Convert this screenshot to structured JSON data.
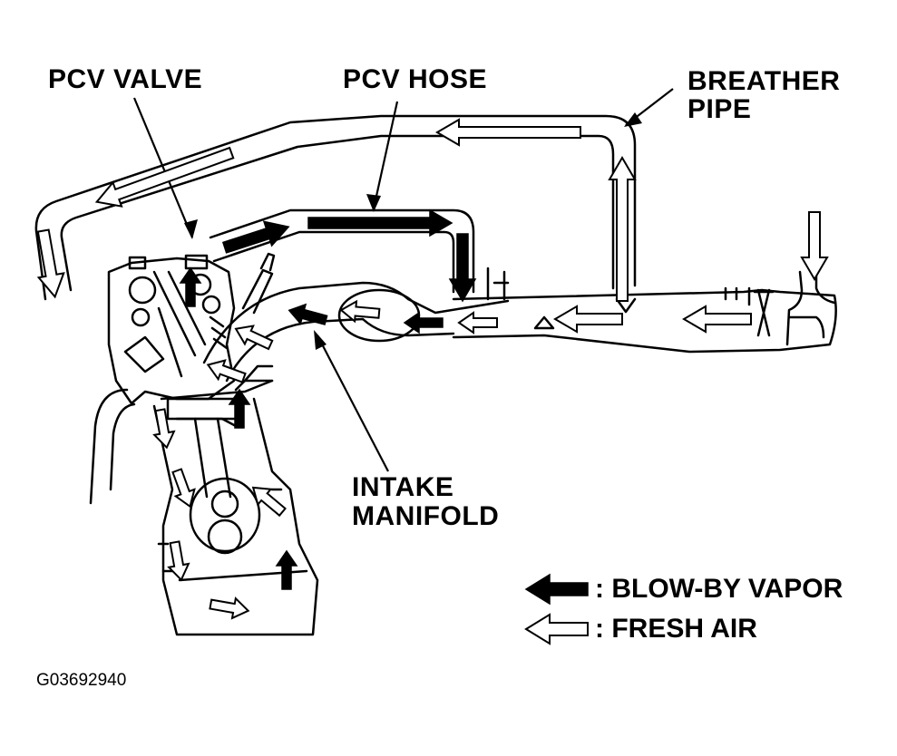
{
  "labels": {
    "pcv_valve": "PCV VALVE",
    "pcv_hose": "PCV HOSE",
    "breather_line1": "BREATHER",
    "breather_line2": "PIPE",
    "intake_line1": "INTAKE",
    "intake_line2": "MANIFOLD"
  },
  "legend": {
    "blow_by": ": BLOW-BY VAPOR",
    "fresh_air": ": FRESH AIR"
  },
  "figure_code": "G03692940",
  "colors": {
    "ink": "#000000",
    "paper": "#ffffff"
  }
}
